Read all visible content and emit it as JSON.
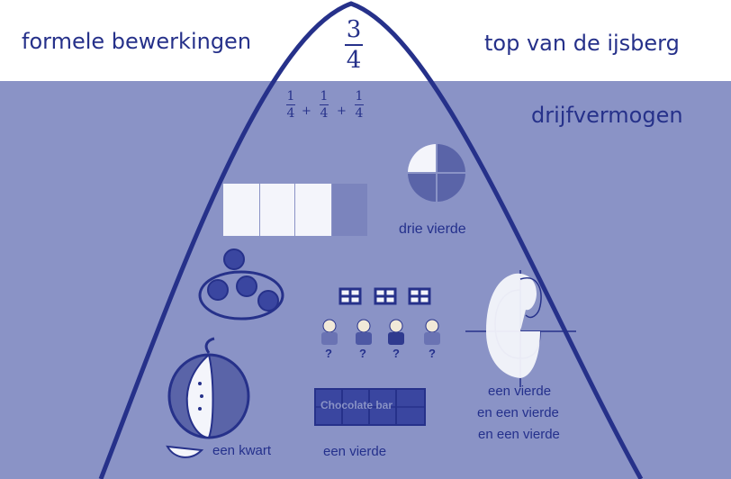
{
  "top_band": {
    "left_label": "formele bewerkingen",
    "right_label": "top van de ijsberg",
    "top_fraction": {
      "numerator": "3",
      "denominator": "4"
    }
  },
  "water": {
    "label": "drijfvermogen",
    "sum": {
      "terms": [
        {
          "numerator": "1",
          "denominator": "4"
        },
        {
          "numerator": "1",
          "denominator": "4"
        },
        {
          "numerator": "1",
          "denominator": "4"
        }
      ],
      "operator": "+"
    }
  },
  "models": {
    "circle_label": "drie vierde",
    "children_marks": [
      "?",
      "?",
      "?",
      "?"
    ],
    "clock_label_lines": [
      "een vierde",
      "en een vierde",
      "en een vierde"
    ],
    "apple_label": "een kwart",
    "chocolate_text": "Chocolate bar",
    "chocolate_label": "een vierde"
  },
  "colors": {
    "sky": "#ffffff",
    "water": "#8a93c6",
    "iceberg_outline": "#26318a",
    "text": "#26318a",
    "pale_fill": "#f4f5fb",
    "dark_fill": "#5a64a8"
  }
}
